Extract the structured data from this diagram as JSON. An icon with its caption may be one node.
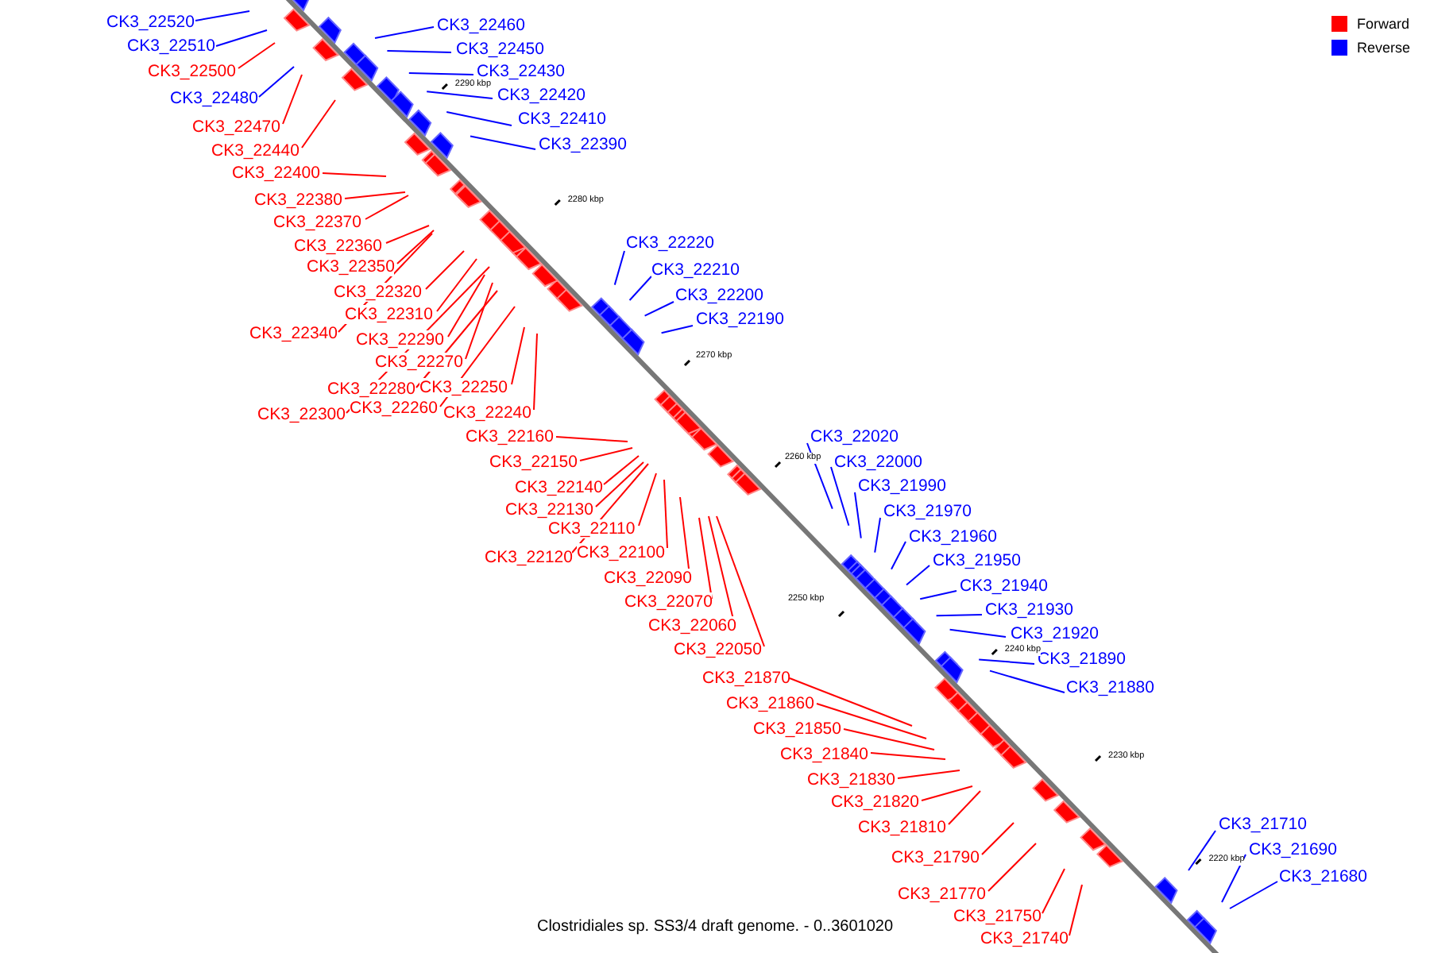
{
  "diagram": {
    "caption": "Clostridiales sp. SS3/4 draft genome. - 0..3601020",
    "nodes": [
      {
        "text": [
          "CK3_22520"
        ]
      },
      {
        "text": [
          "CK3_22510"
        ]
      },
      {
        "text": [
          "CK3_22500"
        ]
      },
      {
        "text": [
          "CK3_22480"
        ]
      },
      {
        "text": [
          "CK3_22470"
        ]
      },
      {
        "text": [
          "CK3_22440"
        ]
      },
      {
        "text": [
          "CK3_22400"
        ]
      },
      {
        "text": [
          "CK3_22380"
        ]
      },
      {
        "text": [
          "CK3_22370"
        ]
      },
      {
        "text": [
          "CK3_22360"
        ]
      },
      {
        "text": [
          "CK3_22350"
        ]
      },
      {
        "text": [
          "CK3_22320"
        ]
      },
      {
        "text": [
          "CK3_22310"
        ]
      },
      {
        "text": [
          "CK3_22340"
        ]
      },
      {
        "text": [
          "CK3_22290"
        ]
      },
      {
        "text": [
          "CK3_22270"
        ]
      },
      {
        "text": [
          "CK3_22280"
        ]
      },
      {
        "text": [
          "CK3_22250"
        ]
      },
      {
        "text": [
          "CK3_22300"
        ]
      },
      {
        "text": [
          "CK3_22260"
        ]
      },
      {
        "text": [
          "CK3_22240"
        ]
      },
      {
        "text": [
          "CK3_22460"
        ]
      },
      {
        "text": [
          "CK3_22450"
        ]
      },
      {
        "text": [
          "CK3_22430"
        ]
      },
      {
        "text": [
          "CK3_22420"
        ]
      },
      {
        "text": [
          "CK3_22410"
        ]
      },
      {
        "text": [
          "CK3_22390"
        ]
      },
      {
        "text": [
          "CK3_22220"
        ]
      },
      {
        "text": [
          "CK3_22210"
        ]
      },
      {
        "text": [
          "CK3_22200"
        ]
      },
      {
        "text": [
          "CK3_22190"
        ]
      },
      {
        "text": [
          "CK3_22160"
        ]
      },
      {
        "text": [
          "CK3_22150"
        ]
      },
      {
        "text": [
          "CK3_22140"
        ]
      },
      {
        "text": [
          "CK3_22130"
        ]
      },
      {
        "text": [
          "CK3_22110"
        ]
      },
      {
        "text": [
          "CK3_22120"
        ]
      },
      {
        "text": [
          "CK3_22100"
        ]
      },
      {
        "text": [
          "CK3_22090"
        ]
      },
      {
        "text": [
          "CK3_22070"
        ]
      },
      {
        "text": [
          "CK3_22060"
        ]
      },
      {
        "text": [
          "CK3_22050"
        ]
      },
      {
        "text": [
          "CK3_22020"
        ]
      },
      {
        "text": [
          "CK3_22000"
        ]
      },
      {
        "text": [
          "CK3_21990"
        ]
      },
      {
        "text": [
          "CK3_21970"
        ]
      },
      {
        "text": [
          "CK3_21960"
        ]
      },
      {
        "text": [
          "CK3_21950"
        ]
      },
      {
        "text": [
          "CK3_21940"
        ]
      },
      {
        "text": [
          "CK3_21930"
        ]
      },
      {
        "text": [
          "CK3_21920"
        ]
      },
      {
        "text": [
          "CK3_21890"
        ]
      },
      {
        "text": [
          "CK3_21880"
        ]
      },
      {
        "text": [
          "CK3_21870"
        ]
      },
      {
        "text": [
          "CK3_21860"
        ]
      },
      {
        "text": [
          "CK3_21850"
        ]
      },
      {
        "text": [
          "CK3_21840"
        ]
      },
      {
        "text": [
          "CK3_21830"
        ]
      },
      {
        "text": [
          "CK3_21820"
        ]
      },
      {
        "text": [
          "CK3_21810"
        ]
      },
      {
        "text": [
          "CK3_21790"
        ]
      },
      {
        "text": [
          "CK3_21770"
        ]
      },
      {
        "text": [
          "CK3_21750"
        ]
      },
      {
        "text": [
          "CK3_21740"
        ]
      },
      {
        "text": [
          "CK3_21710"
        ]
      },
      {
        "text": [
          "CK3_21690"
        ]
      },
      {
        "text": [
          "CK3_21680"
        ]
      }
    ],
    "edges": [
      {
        "from": 0,
        "to": null,
        "arrow": "none",
        "color": "#0000ff"
      },
      {
        "from": 1,
        "to": null,
        "arrow": "none",
        "color": "#0000ff"
      },
      {
        "from": 2,
        "to": null,
        "arrow": "none"
      },
      {
        "from": 3,
        "to": null,
        "arrow": "none",
        "color": "#0000ff"
      },
      {
        "from": 4,
        "to": null,
        "arrow": "none"
      },
      {
        "from": 5,
        "to": null,
        "arrow": "none"
      },
      {
        "from": 6,
        "to": null,
        "arrow": "none"
      },
      {
        "from": 7,
        "to": null,
        "arrow": "none"
      },
      {
        "from": 8,
        "to": null,
        "arrow": "none"
      },
      {
        "from": 9,
        "to": null,
        "arrow": "none"
      },
      {
        "from": 10,
        "to": null,
        "arrow": "none"
      },
      {
        "from": 11,
        "to": null,
        "arrow": "none"
      },
      {
        "from": 12,
        "to": null,
        "arrow": "none"
      },
      {
        "from": 13,
        "to": null,
        "arrow": "none"
      },
      {
        "from": 14,
        "to": null,
        "arrow": "none"
      },
      {
        "from": 15,
        "to": null,
        "arrow": "none"
      },
      {
        "from": 16,
        "to": null,
        "arrow": "none"
      },
      {
        "from": 17,
        "to": null,
        "arrow": "none"
      },
      {
        "from": 18,
        "to": null,
        "arrow": "none"
      },
      {
        "from": 19,
        "to": null,
        "arrow": "none"
      },
      {
        "from": 20,
        "to": null,
        "arrow": "none"
      },
      {
        "from": 21,
        "to": null,
        "arrow": "none",
        "color": "#0000ff"
      },
      {
        "from": 22,
        "to": null,
        "arrow": "none",
        "color": "#0000ff"
      },
      {
        "from": 23,
        "to": null,
        "arrow": "none",
        "color": "#0000ff"
      },
      {
        "from": 24,
        "to": null,
        "arrow": "none",
        "color": "#0000ff"
      },
      {
        "from": 25,
        "to": null,
        "arrow": "none",
        "color": "#0000ff"
      },
      {
        "from": 26,
        "to": null,
        "arrow": "none",
        "color": "#0000ff"
      },
      {
        "from": 27,
        "to": null,
        "arrow": "none",
        "color": "#0000ff"
      },
      {
        "from": 28,
        "to": null,
        "arrow": "none",
        "color": "#0000ff"
      },
      {
        "from": 29,
        "to": null,
        "arrow": "none",
        "color": "#0000ff"
      },
      {
        "from": 30,
        "to": null,
        "arrow": "none",
        "color": "#0000ff"
      },
      {
        "from": 31,
        "to": null,
        "arrow": "none"
      },
      {
        "from": 32,
        "to": null,
        "arrow": "none"
      },
      {
        "from": 33,
        "to": null,
        "arrow": "none"
      },
      {
        "from": 34,
        "to": null,
        "arrow": "none"
      },
      {
        "from": 35,
        "to": null,
        "arrow": "none"
      },
      {
        "from": 36,
        "to": null,
        "arrow": "none"
      },
      {
        "from": 37,
        "to": null,
        "arrow": "none"
      },
      {
        "from": 38,
        "to": null,
        "arrow": "none"
      },
      {
        "from": 39,
        "to": null,
        "arrow": "none"
      },
      {
        "from": 40,
        "to": null,
        "arrow": "none"
      },
      {
        "from": 41,
        "to": null,
        "arrow": "none"
      },
      {
        "from": 42,
        "to": null,
        "arrow": "none",
        "color": "#0000ff"
      },
      {
        "from": 43,
        "to": null,
        "arrow": "none",
        "color": "#0000ff"
      },
      {
        "from": 44,
        "to": null,
        "arrow": "none",
        "color": "#0000ff"
      },
      {
        "from": 45,
        "to": null,
        "arrow": "none",
        "color": "#0000ff"
      },
      {
        "from": 46,
        "to": null,
        "arrow": "none",
        "color": "#0000ff"
      },
      {
        "from": 47,
        "to": null,
        "arrow": "none",
        "color": "#0000ff"
      },
      {
        "from": 48,
        "to": null,
        "arrow": "none",
        "color": "#0000ff"
      },
      {
        "from": 49,
        "to": null,
        "arrow": "none",
        "color": "#0000ff"
      },
      {
        "from": 50,
        "to": null,
        "arrow": "none",
        "color": "#0000ff"
      },
      {
        "from": 51,
        "to": null,
        "arrow": "none",
        "color": "#0000ff"
      },
      {
        "from": 52,
        "to": null,
        "arrow": "none",
        "color": "#0000ff"
      },
      {
        "from": 53,
        "to": null,
        "arrow": "none"
      },
      {
        "from": 54,
        "to": null,
        "arrow": "none"
      },
      {
        "from": 55,
        "to": null,
        "arrow": "none"
      },
      {
        "from": 56,
        "to": null,
        "arrow": "none"
      },
      {
        "from": 57,
        "to": null,
        "arrow": "none"
      },
      {
        "from": 58,
        "to": null,
        "arrow": "none"
      },
      {
        "from": 59,
        "to": null,
        "arrow": "none"
      },
      {
        "from": 60,
        "to": null,
        "arrow": "none"
      },
      {
        "from": 61,
        "to": null,
        "arrow": "none"
      },
      {
        "from": 62,
        "to": null,
        "arrow": "none"
      },
      {
        "from": 63,
        "to": null,
        "arrow": "none"
      },
      {
        "from": 64,
        "to": null,
        "arrow": "none",
        "color": "#0000ff"
      },
      {
        "from": 65,
        "to": null,
        "arrow": "none",
        "color": "#0000ff"
      },
      {
        "from": 66,
        "to": null,
        "arrow": "none",
        "color": "#0000ff"
      }
    ],
    "labels": [
      "2290 kbp",
      "2280 kbp",
      "2270 kbp",
      "2260 kbp",
      "2250 kbp",
      "2240 kbp",
      "2230 kbp",
      "2220 kbp"
    ],
    "legend": [
      {
        "text": "Forward",
        "color": "#ff0000"
      },
      {
        "text": "Reverse",
        "color": "#0000ff"
      }
    ]
  }
}
